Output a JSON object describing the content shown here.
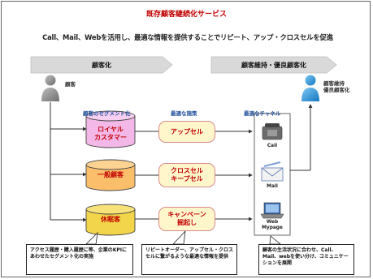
{
  "title": "既存顧客継続化サービス",
  "subtitle": "Call、Mail、Webを活用し、最適な情報を提供することでリピート、アップ・クロスセルを促進",
  "phases": [
    "顧客化",
    "顧客維持・優良顧客化"
  ],
  "persons": {
    "left": "顧客",
    "right": "顧客維持\n優良顧客化"
  },
  "column_headers": [
    "顧客のセグメント化",
    "最適な施策",
    "最適なチャネル"
  ],
  "segments": [
    {
      "label": "ロイヤル\nカスタマー",
      "fill": "#f4b8e8"
    },
    {
      "label": "一般顧客",
      "fill": "#fbbf6b"
    },
    {
      "label": "休眠客",
      "fill": "#f2d54a"
    }
  ],
  "measures": [
    "アップセル",
    "クロスセル\nキープセル",
    "キャンペーン\n掘起し"
  ],
  "channels": [
    "Call",
    "Mail",
    "Web\nMypage"
  ],
  "callouts": [
    "アクセス履歴・購入履歴に等、企業のKPIにあわせたセグメント化の実施",
    "リピートオーダー、アップセル・クロスセルに繋がるような最適な情報を提供",
    "顧客の生活状況に合わせ、Call、Mail、webを使い分け、コミュニケーションを展開"
  ],
  "colors": {
    "title": "#c00000",
    "phase_arrow": "#d9d9d9",
    "person_left": "#8c8c8c",
    "person_right": "#1e8fd6",
    "measure_fill": "#fff6cc",
    "measure_border": "#d98a8a",
    "connector": "#333333"
  },
  "icons": [
    "person-gray-icon",
    "person-blue-icon",
    "telephone-icon",
    "envelope-icon",
    "laptop-icon"
  ]
}
